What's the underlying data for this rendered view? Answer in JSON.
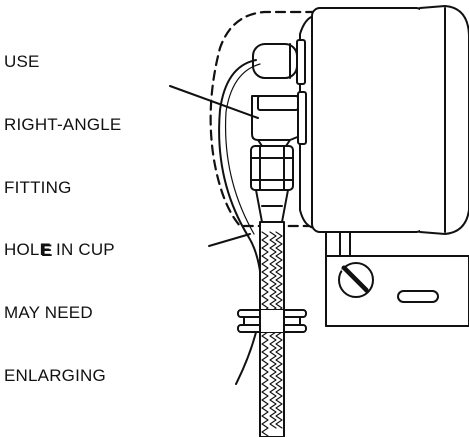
{
  "labels": {
    "fitting": [
      "USE",
      "RIGHT-ANGLE",
      "FITTING"
    ],
    "fitting_letter": "E",
    "hole": [
      "HOLE IN CUP",
      "MAY NEED",
      "ENLARGING"
    ]
  },
  "colors": {
    "ink": "#111111",
    "background": "#ffffff"
  }
}
